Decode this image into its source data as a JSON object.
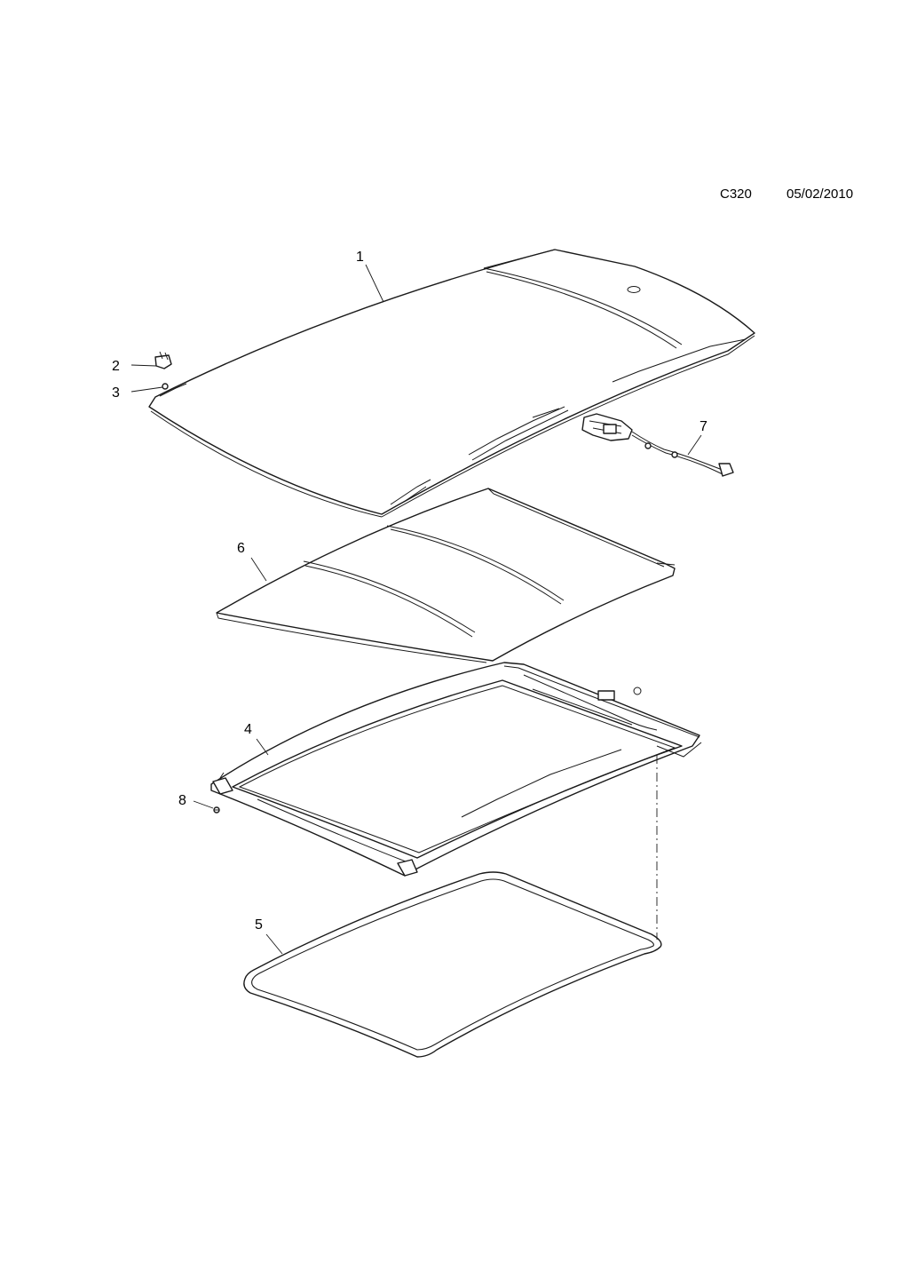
{
  "header": {
    "diagram_code": "C320",
    "date": "05/02/2010"
  },
  "callouts": [
    {
      "id": "1",
      "label": "1",
      "part": "roof-panel"
    },
    {
      "id": "2",
      "label": "2",
      "part": "clip"
    },
    {
      "id": "3",
      "label": "3",
      "part": "fastener"
    },
    {
      "id": "4",
      "label": "4",
      "part": "sunroof-frame"
    },
    {
      "id": "5",
      "label": "5",
      "part": "seal"
    },
    {
      "id": "6",
      "label": "6",
      "part": "sunshade"
    },
    {
      "id": "7",
      "label": "7",
      "part": "motor-harness"
    },
    {
      "id": "8",
      "label": "8",
      "part": "screw"
    }
  ]
}
